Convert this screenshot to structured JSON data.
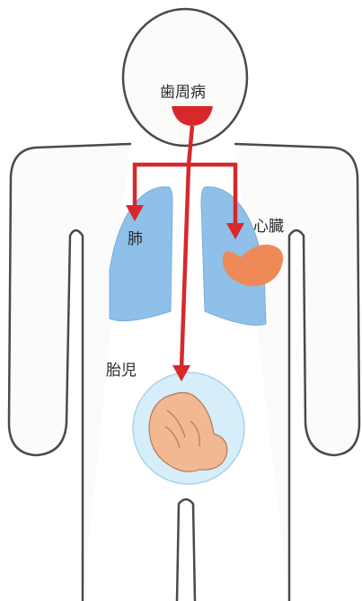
{
  "labels": {
    "periodontal": "歯周病",
    "lung": "肺",
    "heart": "心臓",
    "fetus": "胎児"
  },
  "colors": {
    "outline": "#4a4a4a",
    "body_fill": "#fbfbf9",
    "arrow": "#d7282b",
    "lung": "#8fc0ea",
    "heart": "#ee8a57",
    "womb": "#d6eef9",
    "fetus": "#f2b892"
  }
}
